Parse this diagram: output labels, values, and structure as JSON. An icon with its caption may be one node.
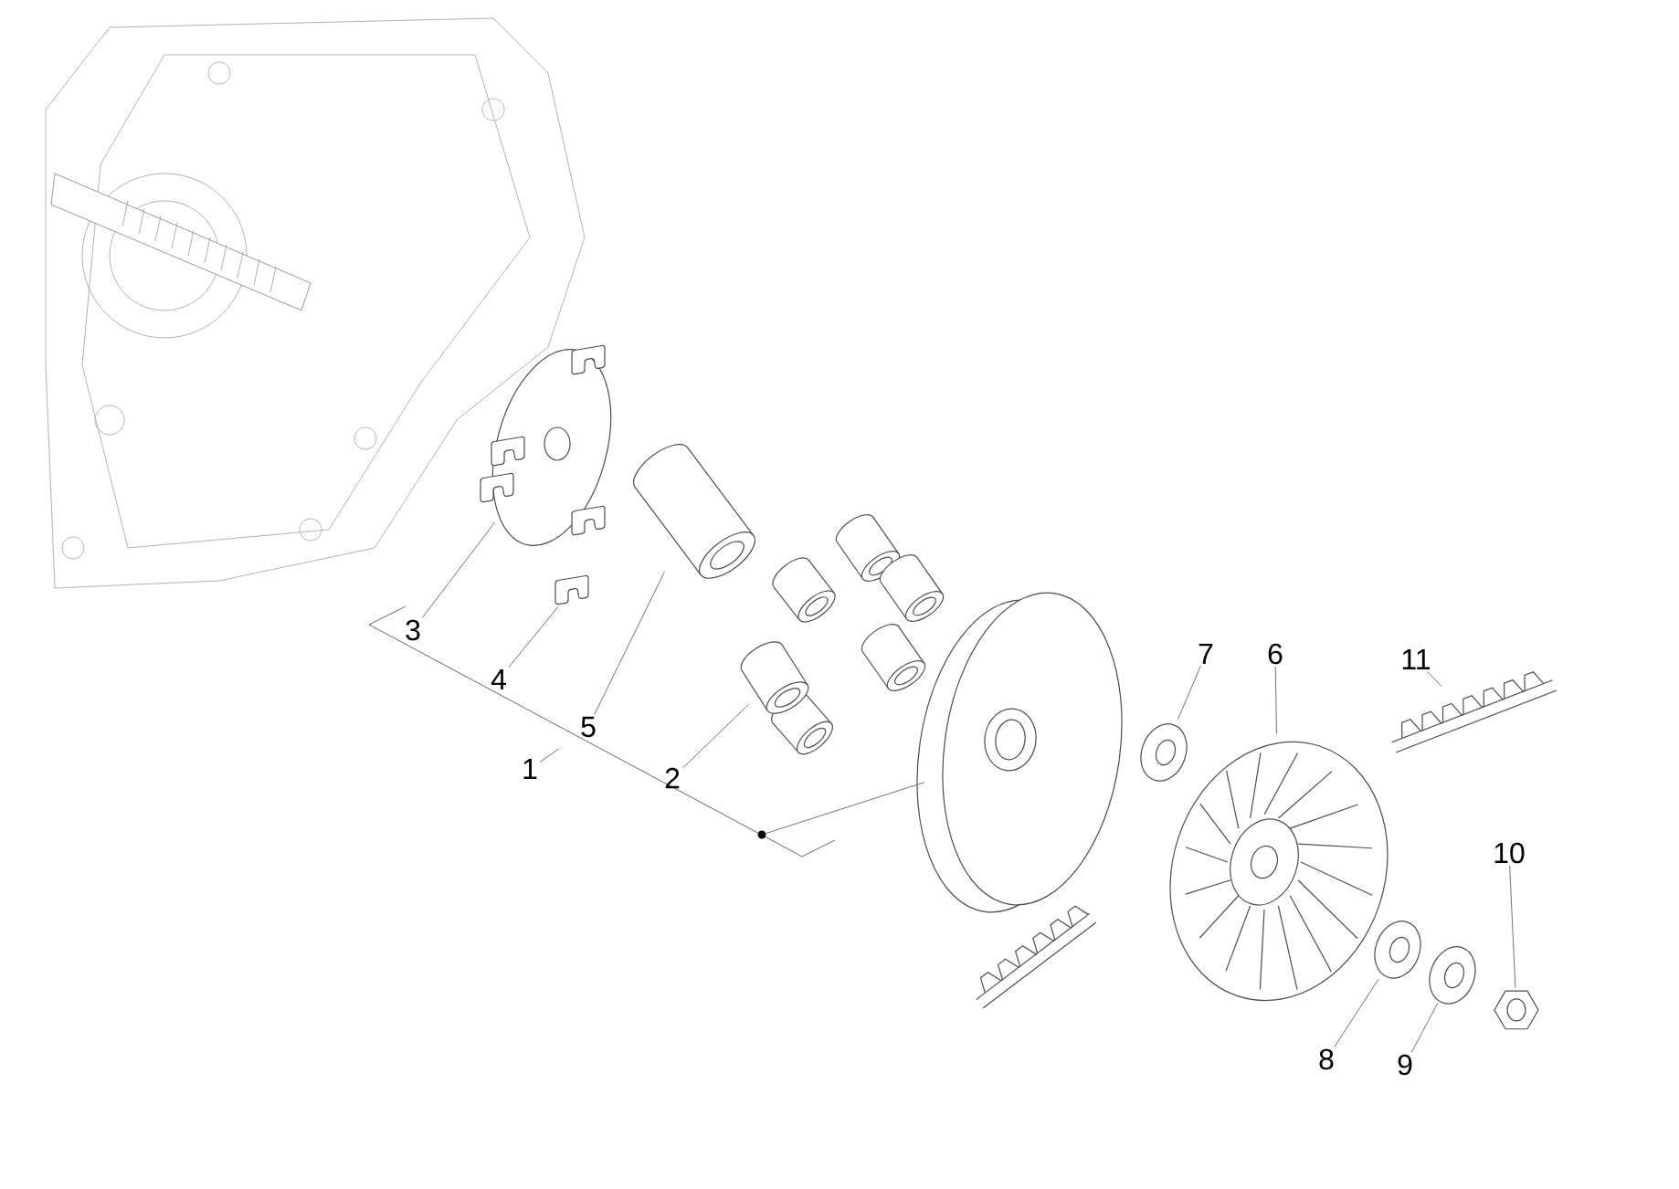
{
  "diagram": {
    "nodes": [
      {
        "text": [
          "3"
        ]
      },
      {
        "text": [
          "4"
        ]
      },
      {
        "text": [
          "5"
        ]
      },
      {
        "text": [
          "1"
        ]
      },
      {
        "text": [
          "2"
        ]
      },
      {
        "text": [
          "7"
        ]
      },
      {
        "text": [
          "6"
        ]
      },
      {
        "text": [
          "11"
        ]
      },
      {
        "text": [
          "10"
        ]
      },
      {
        "text": [
          "8"
        ]
      },
      {
        "text": [
          "9"
        ]
      },
      {
        "text": [],
        "shape": "picture"
      },
      {
        "text": [],
        "shape": "picture"
      },
      {
        "text": [],
        "shape": "picture"
      },
      {
        "text": [],
        "shape": "picture"
      },
      {
        "text": [],
        "shape": "picture"
      },
      {
        "text": [],
        "shape": "picture"
      },
      {
        "text": [],
        "shape": "picture"
      },
      {
        "text": [],
        "shape": "picture"
      },
      {
        "text": [],
        "shape": "picture"
      },
      {
        "text": [],
        "shape": "picture"
      },
      {
        "text": [],
        "shape": "picture"
      },
      {
        "text": [],
        "shape": "circle"
      }
    ],
    "edges": [
      {
        "from": 0,
        "to": 11,
        "arrow": "none"
      },
      {
        "from": 1,
        "to": 12,
        "arrow": "none"
      },
      {
        "from": 2,
        "to": 13,
        "arrow": "none"
      },
      {
        "from": 3,
        "to": null,
        "arrow": "none"
      },
      {
        "from": 4,
        "to": 14,
        "arrow": "none"
      },
      {
        "from": 5,
        "to": 15,
        "arrow": "none"
      },
      {
        "from": 6,
        "to": 16,
        "arrow": "none"
      },
      {
        "from": 7,
        "to": 17,
        "arrow": "none"
      },
      {
        "from": 8,
        "to": 18,
        "arrow": "none"
      },
      {
        "from": 9,
        "to": 19,
        "arrow": "none"
      },
      {
        "from": 10,
        "to": 20,
        "arrow": "none"
      },
      {
        "from": 22,
        "to": 21,
        "arrow": "none"
      }
    ]
  }
}
